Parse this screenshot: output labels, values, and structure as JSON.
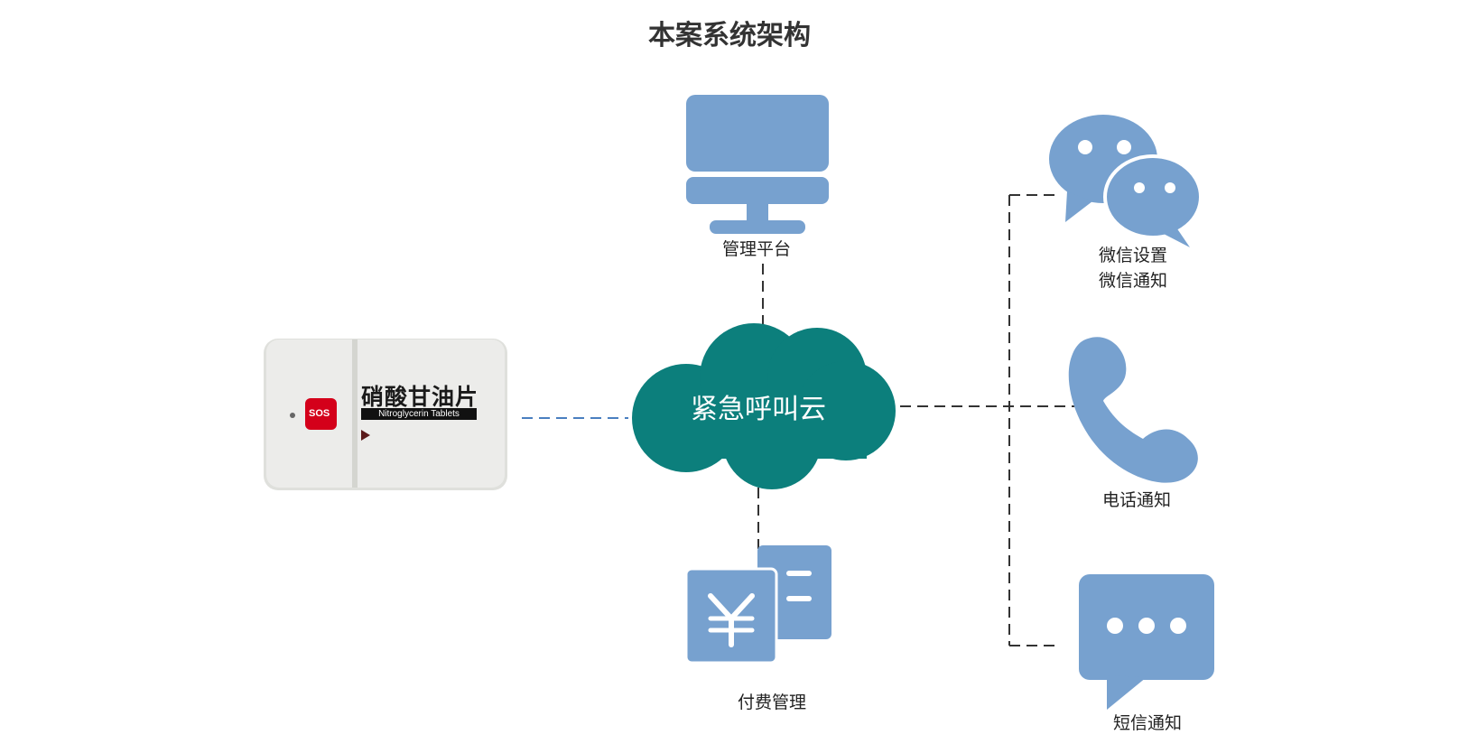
{
  "title": "本案系统架构",
  "cloud": {
    "label": "紧急呼叫云"
  },
  "device": {
    "sos": "SOS",
    "name_zh": "硝酸甘油片",
    "name_en": "Nitroglycerin Tablets"
  },
  "nodes": {
    "management": {
      "label": "管理平台",
      "icon": "monitor-icon"
    },
    "payment": {
      "label": "付费管理",
      "icon": "yuan-bill-icon"
    },
    "wechat": {
      "line1": "微信设置",
      "line2": "微信通知",
      "icon": "wechat-icon"
    },
    "phone": {
      "label": "电话通知",
      "icon": "phone-icon"
    },
    "sms": {
      "label": "短信通知",
      "icon": "sms-bubble-icon"
    }
  },
  "colors": {
    "icon_blue": "#77a1cf",
    "cloud_teal": "#0c7f7c",
    "device_link": "#4a7fc0",
    "dash": "#333333"
  }
}
